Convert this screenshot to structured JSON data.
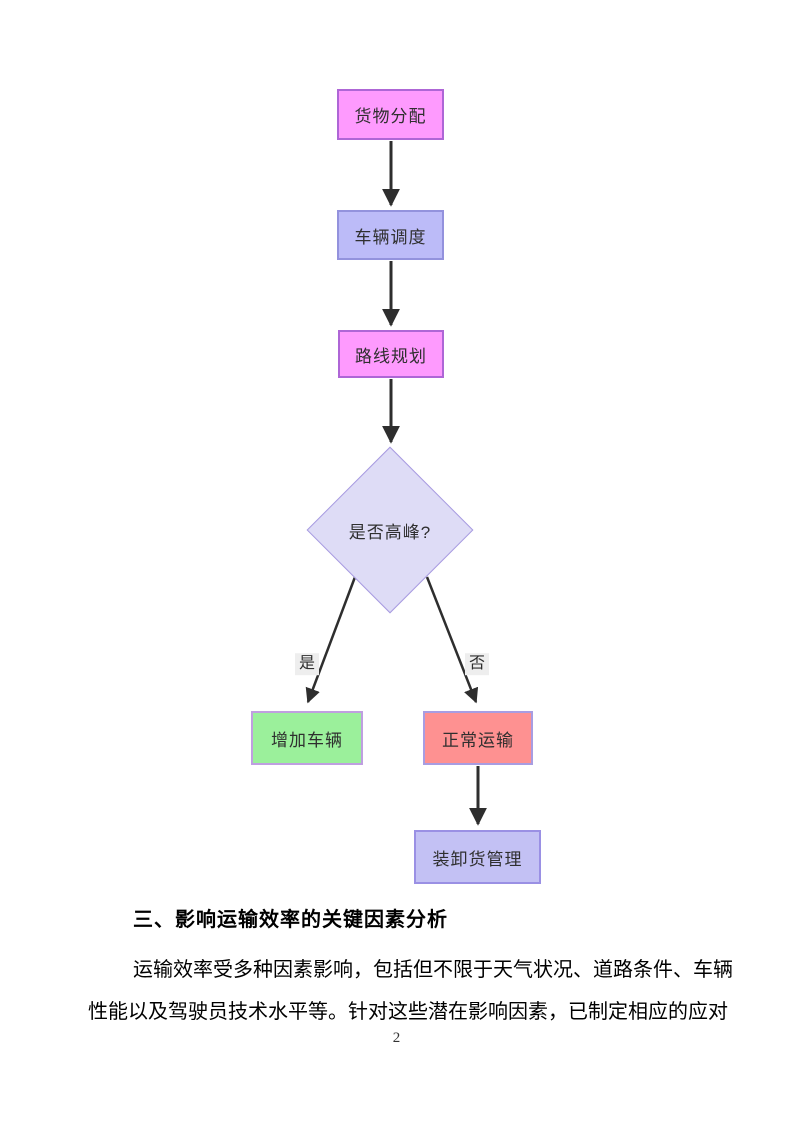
{
  "flowchart": {
    "nodes": [
      {
        "id": "cargo",
        "label": "货物分配",
        "fill": "#fe9afe",
        "border": "#ae66d6",
        "css": "background:#fe9afe;border-color:#ae66d6"
      },
      {
        "id": "dispatch",
        "label": "车辆调度",
        "fill": "#bcbbf8",
        "border": "#9392dd",
        "css": "background:#bcbbf8;border-color:#9392dd"
      },
      {
        "id": "route",
        "label": "路线规划",
        "fill": "#fe9afe",
        "border": "#ae66d6",
        "css": "background:#fe9afe;border-color:#ae66d6"
      },
      {
        "id": "decision",
        "label": "是否高峰?",
        "fill": "#dedcf6",
        "border": "#a79ae0",
        "css": "background:#dedcf6;border-color:#a79ae0"
      },
      {
        "id": "add",
        "label": "增加车辆",
        "fill": "#9bf09b",
        "border": "#bf9fe0",
        "css": "background:#9bf09b;border-color:#bf9fe0"
      },
      {
        "id": "normal",
        "label": "正常运输",
        "fill": "#fe9191",
        "border": "#a89de2",
        "css": "background:#fe9191;border-color:#a89de2"
      },
      {
        "id": "loading",
        "label": "装卸货管理",
        "fill": "#c3c1f4",
        "border": "#9a90e4",
        "css": "background:#c3c1f4;border-color:#9a90e4"
      }
    ],
    "edges": [
      {
        "from": "货物分配",
        "to": "车辆调度",
        "label": ""
      },
      {
        "from": "车辆调度",
        "to": "路线规划",
        "label": ""
      },
      {
        "from": "路线规划",
        "to": "是否高峰?",
        "label": ""
      },
      {
        "from": "是否高峰?",
        "to": "增加车辆",
        "label": "是"
      },
      {
        "from": "是否高峰?",
        "to": "正常运输",
        "label": "否"
      },
      {
        "from": "正常运输",
        "to": "装卸货管理",
        "label": ""
      }
    ],
    "arrow_color": "#2e2e2e",
    "edge_label_background": "#eeeeee"
  },
  "content": {
    "heading": "三、影响运输效率的关键因素分析",
    "paragraph_line1": "运输效率受多种因素影响，包括但不限于天气状况、道路条件、车辆",
    "paragraph_line2": "性能以及驾驶员技术水平等。针对这些潜在影响因素，已制定相应的应对"
  },
  "page": {
    "number": "2"
  }
}
